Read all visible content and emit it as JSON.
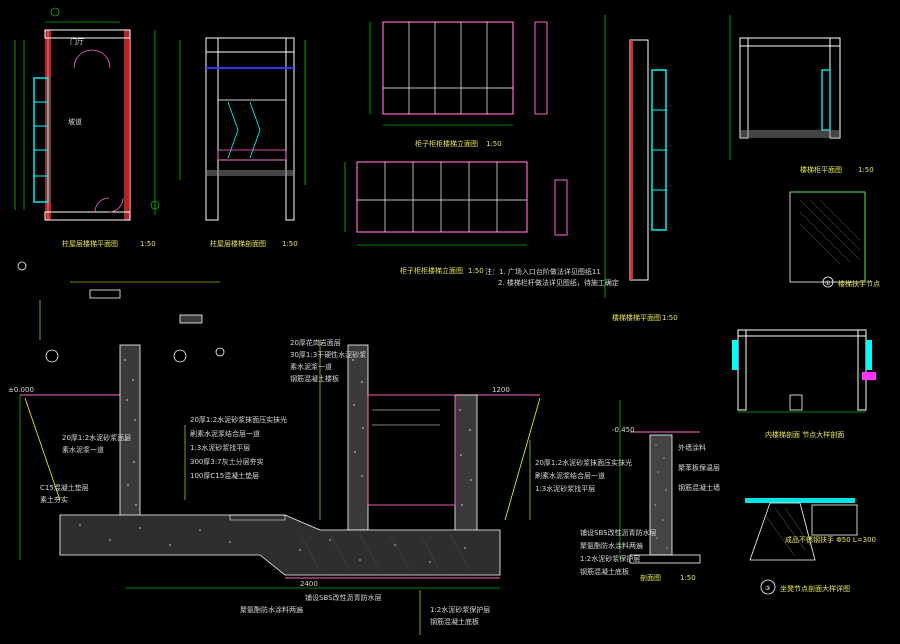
{
  "drawing": {
    "colors": {
      "background": "#000000",
      "wall": "#ffffff",
      "dimension": "#00ff00",
      "glass": "#00ffff",
      "cabinet": "#ff66cc",
      "leader": "#ffff00",
      "accent": "#ff0000",
      "hatch": "#cccccc"
    },
    "views": {
      "v1_plan": {
        "title": "柱屋层楼梯平面图",
        "scale": "1:50",
        "label_top": "门厅",
        "label_mid": "坡道"
      },
      "v2_section": {
        "title": "柱屋层楼梯剖面图",
        "scale": "1:50"
      },
      "v3_elev_a": {
        "title": "柜子柜柜楼梯立面图",
        "scale": "1:50"
      },
      "v4_elev_b": {
        "title": "柜子柜柜楼梯立面图",
        "scale": "1:50"
      },
      "v5_side": {
        "title": "楼梯楼梯平面图",
        "scale": "1:50"
      },
      "v6_plan_right": {
        "title": "楼梯柜平面图",
        "scale": "1:50"
      },
      "v7_detail": {
        "title": "①",
        "label": "楼梯扶手节点"
      },
      "v8_section_right": {
        "title": "内楼梯剖面 节点大样剖面"
      },
      "main_section": {
        "title": "剖面图",
        "scale": "1:50"
      },
      "small_section": {
        "title": "剖面图",
        "scale": "1:50"
      },
      "detail_3": {
        "title": "③",
        "label": "坐凳节点剖面大样详图"
      },
      "notes": {
        "line1": "注：1. 广场入口台阶做法详见图纸11",
        "line2": "2. 楼梯栏杆做法详见图纸，待施工确定"
      }
    },
    "labels": {
      "main_left_1": "20厚1:2水泥砂浆面层",
      "main_left_2": "素水泥浆一道",
      "main_left_3": "C15混凝土垫层",
      "main_left_4": "素土夯实",
      "main_mid_1": "20厚1:2水泥砂浆抹面压实抹光",
      "main_mid_2": "刷素水泥浆结合层一道",
      "main_mid_3": "1:3水泥砂浆找平层",
      "main_mid_4": "300厚3:7灰土分层夯实",
      "main_mid_5": "100厚C15混凝土垫层",
      "main_bottom_1": "铺设SBS改性沥青防水层",
      "main_bottom_2": "聚氨酯防水涂料两遍",
      "main_bottom_3": "1:2水泥砂浆保护层",
      "main_bottom_4": "钢筋混凝土底板",
      "main_right_1": "20厚花岗岩面层",
      "main_right_2": "30厚1:3干硬性水泥砂浆",
      "main_right_3": "素水泥浆一道",
      "main_right_4": "钢筋混凝土楼板",
      "dim_top_left": "±0.000",
      "dim_bottom": "2400",
      "dim_right": "1200",
      "small_right_1": "外墙涂料",
      "small_right_2": "聚苯板保温层",
      "small_right_3": "钢筋混凝土墙",
      "detail_label": "成品不锈钢扶手 Φ50 L=300",
      "elev_level": "-0.450"
    }
  }
}
